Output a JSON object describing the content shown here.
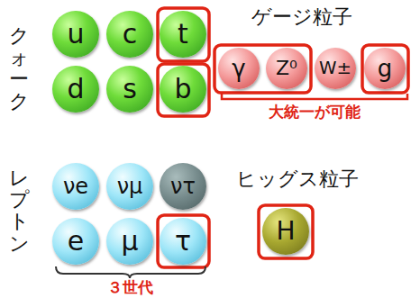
{
  "diagram": {
    "nodes": [
      {
        "text": [
          "u"
        ]
      },
      {
        "text": [
          "c"
        ]
      },
      {
        "text": [
          "t"
        ]
      },
      {
        "text": [
          "d"
        ]
      },
      {
        "text": [
          "s"
        ]
      },
      {
        "text": [
          "b"
        ]
      },
      {
        "text": [
          "γ"
        ]
      },
      {
        "text": [
          "Z⁰"
        ]
      },
      {
        "text": [
          "W±"
        ]
      },
      {
        "text": [
          "g"
        ]
      },
      {
        "text": [
          "νe"
        ]
      },
      {
        "text": [
          "νμ"
        ]
      },
      {
        "text": [
          "ντ"
        ]
      },
      {
        "text": [
          "e"
        ]
      },
      {
        "text": [
          "μ"
        ]
      },
      {
        "text": [
          "τ"
        ]
      },
      {
        "text": [
          "H"
        ]
      }
    ],
    "labels": [
      "クォーク",
      "ゲージ粒子",
      "大統一が可能",
      "レプトン",
      "ヒッグス粒子",
      "３世代"
    ]
  }
}
